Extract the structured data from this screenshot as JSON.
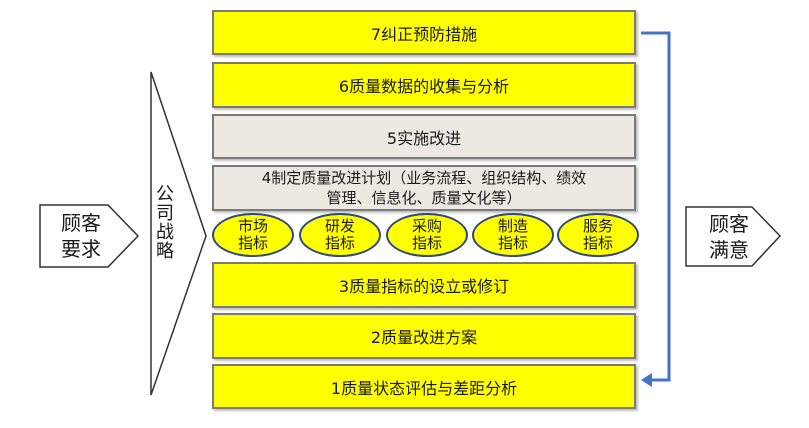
{
  "boxes": {
    "b7": "7纠正预防措施",
    "b6": "6质量数据的收集与分析",
    "b5": "5实施改进",
    "b4_line1": "4制定质量改进计划（业务流程、组织结构、绩效",
    "b4_line2": "管理、信息化、质量文化等）",
    "b3": "3质量指标的设立或修订",
    "b2": "2质量改进方案",
    "b1": "1质量状态评估与差距分析"
  },
  "indicators": [
    {
      "line1": "市场",
      "line2": "指标"
    },
    {
      "line1": "研发",
      "line2": "指标"
    },
    {
      "line1": "采购",
      "line2": "指标"
    },
    {
      "line1": "制造",
      "line2": "指标"
    },
    {
      "line1": "服务",
      "line2": "指标"
    }
  ],
  "left_input": {
    "line1": "顾客",
    "line2": "要求"
  },
  "right_output": {
    "line1": "顾客",
    "line2": "满意"
  },
  "strategy_label": "公司战略",
  "colors": {
    "box_yellow": "#ffff00",
    "box_grey": "#ebe9e1",
    "arrow_blue": "#4472c4",
    "oval_border": "#2e4a7a"
  }
}
